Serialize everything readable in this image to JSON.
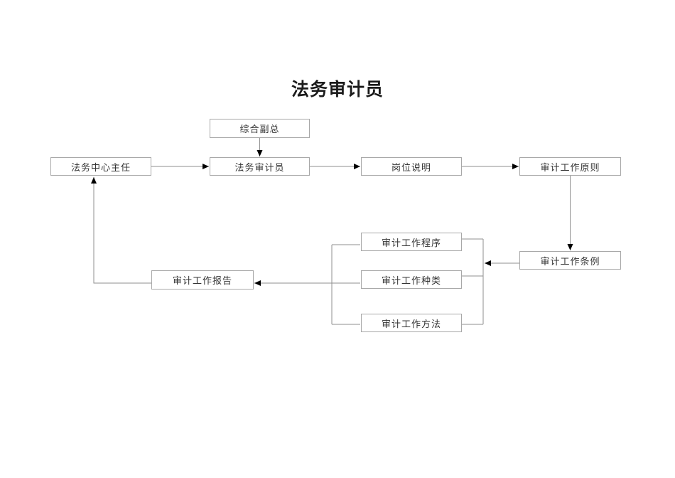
{
  "title": "法务审计员",
  "diagram": {
    "nodes": {
      "vp": {
        "label": "综合副总"
      },
      "director": {
        "label": "法务中心主任"
      },
      "auditor": {
        "label": "法务审计员"
      },
      "job_desc": {
        "label": "岗位说明"
      },
      "principles": {
        "label": "审计工作原则"
      },
      "regulations": {
        "label": "审计工作条例"
      },
      "procedures": {
        "label": "审计工作程序"
      },
      "types": {
        "label": "审计工作种类"
      },
      "methods": {
        "label": "审计工作方法"
      },
      "report": {
        "label": "审计工作报告"
      }
    }
  },
  "colors": {
    "background": "#ffffff",
    "title_text": "#1a1a1a",
    "node_text": "#333333",
    "box_border": "#a8a8a8",
    "connector_line": "#8f8f8f",
    "arrowhead": "#000000"
  }
}
